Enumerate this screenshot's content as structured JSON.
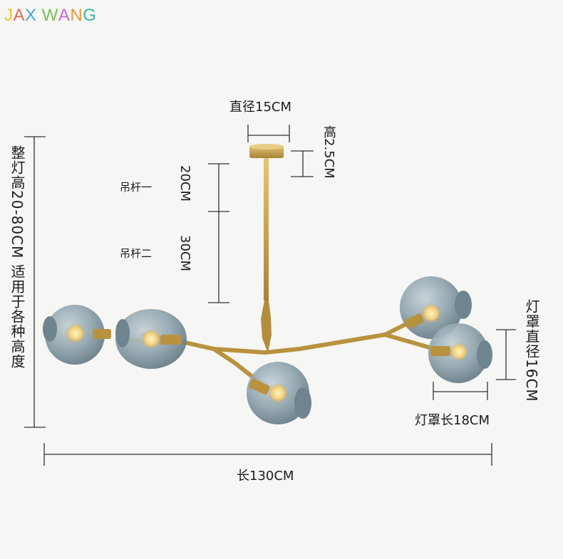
{
  "brand": {
    "logo_text": "JAX WANG",
    "logo_colors": [
      "#e8c23a",
      "#e36a5a",
      "#4aa4d8",
      "#7cbf5a",
      "#c46ad1",
      "#e89a3a",
      "#3ab6a6",
      "#d85a8a"
    ]
  },
  "dimensions": {
    "canopy_diameter": "直径15CM",
    "canopy_height": "高2.5CM",
    "rod_one_label": "吊杆一",
    "rod_one_length": "20CM",
    "rod_two_label": "吊杆二",
    "rod_two_length": "30CM",
    "total_height": "整灯高20-80CM 适用于各种高度",
    "shade_diameter": "灯罩直径16CM",
    "shade_length": "灯罩长18CM",
    "total_length": "长130CM"
  },
  "colors": {
    "gold": "#c9a24a",
    "glass": "#8fa3ad",
    "line": "#333333"
  }
}
